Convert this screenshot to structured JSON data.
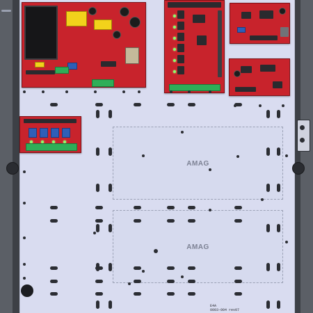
{
  "enclosure": {
    "mounting_zones": [
      {
        "label": "AMAG"
      },
      {
        "label": "AMAG"
      }
    ],
    "part_marking": {
      "line1": "E4A",
      "line2": "0003-004 rev07"
    }
  },
  "colors": {
    "board": "#c8232c",
    "backplate": "#d9dcf0",
    "frame": "#3d4046",
    "terminal": "#2fae58"
  }
}
